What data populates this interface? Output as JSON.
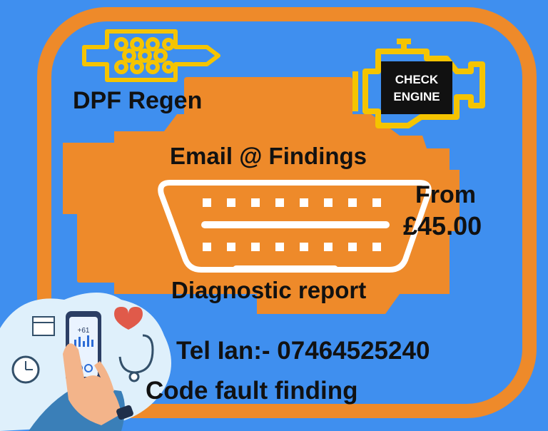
{
  "flyer": {
    "dpf_label": "DPF Regen",
    "email_label": "Email @ Findings",
    "from_label": "From",
    "price": "£45.00",
    "report_label": "Diagnostic report",
    "phone_label": "Tel Ian:- 07464525240",
    "service_label": "Code fault finding"
  },
  "check_engine": {
    "line1": "CHECK",
    "line2": "ENGINE"
  },
  "phone_screen": {
    "reading": "+61"
  },
  "colors": {
    "background": "#3f8fef",
    "engine_orange": "#ee8a2a",
    "check_engine_yellow": "#f5c400",
    "text": "#111111"
  }
}
